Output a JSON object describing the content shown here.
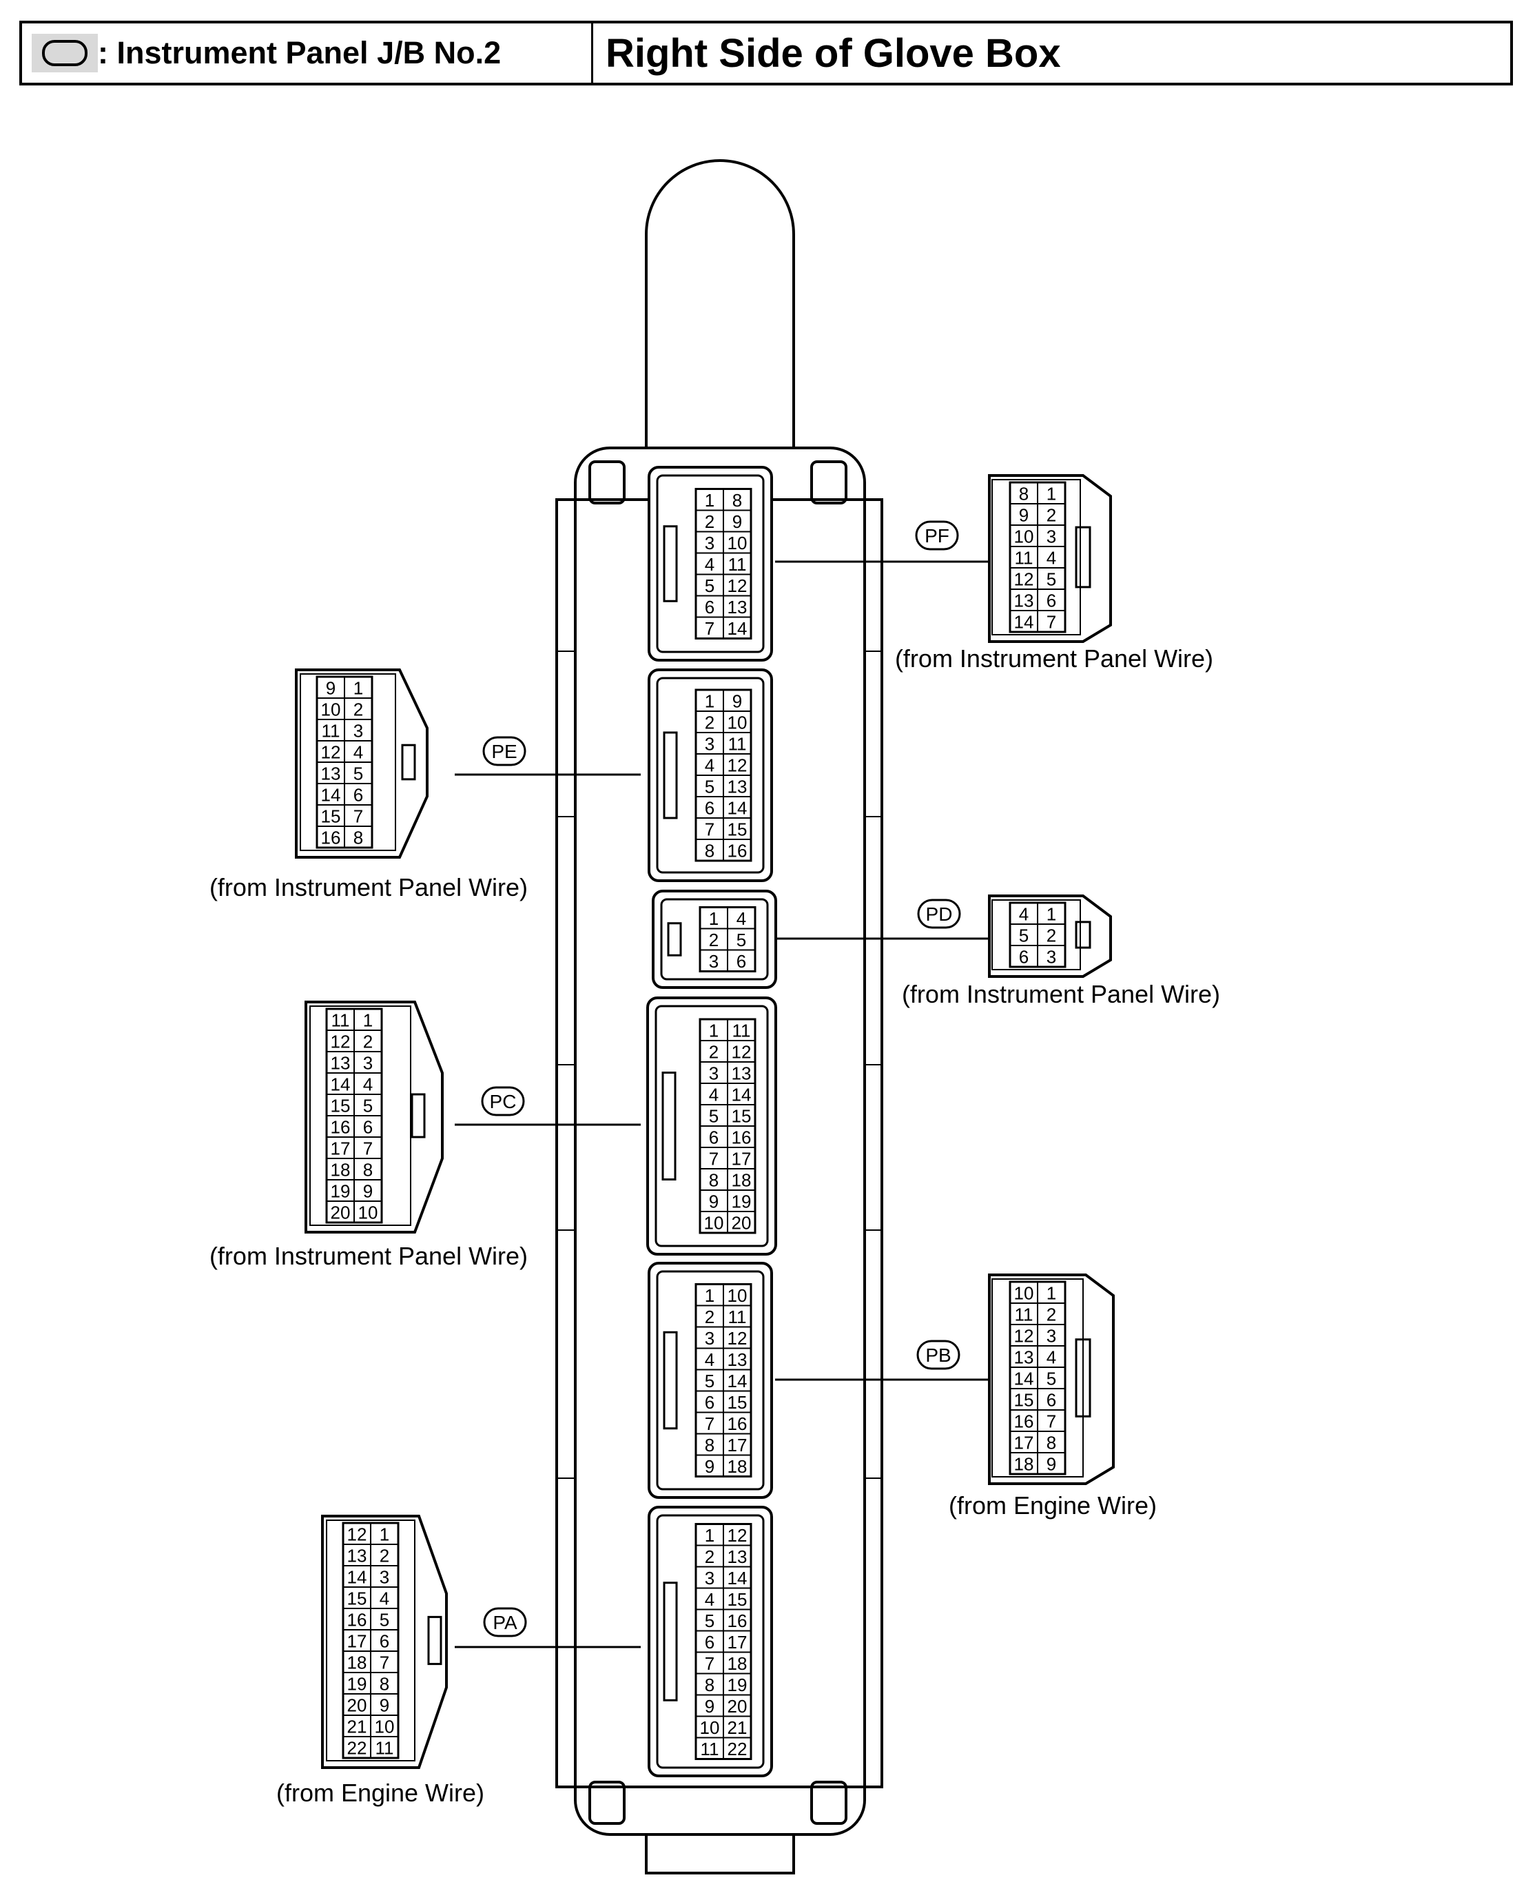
{
  "header": {
    "location": ": Instrument Panel J/B No.2",
    "title": "Right Side of Glove Box"
  },
  "connectors": [
    {
      "code": "PF",
      "source": "(from Instrument Panel Wire)",
      "mount_pins": [
        [
          1,
          8
        ],
        [
          2,
          9
        ],
        [
          3,
          10
        ],
        [
          4,
          11
        ],
        [
          5,
          12
        ],
        [
          6,
          13
        ],
        [
          7,
          14
        ]
      ],
      "plug_pins": [
        [
          8,
          1
        ],
        [
          9,
          2
        ],
        [
          10,
          3
        ],
        [
          11,
          4
        ],
        [
          12,
          5
        ],
        [
          13,
          6
        ],
        [
          14,
          7
        ]
      ]
    },
    {
      "code": "PE",
      "source": "(from Instrument Panel Wire)",
      "mount_pins": [
        [
          1,
          9
        ],
        [
          2,
          10
        ],
        [
          3,
          11
        ],
        [
          4,
          12
        ],
        [
          5,
          13
        ],
        [
          6,
          14
        ],
        [
          7,
          15
        ],
        [
          8,
          16
        ]
      ],
      "plug_pins": [
        [
          9,
          1
        ],
        [
          10,
          2
        ],
        [
          11,
          3
        ],
        [
          12,
          4
        ],
        [
          13,
          5
        ],
        [
          14,
          6
        ],
        [
          15,
          7
        ],
        [
          16,
          8
        ]
      ]
    },
    {
      "code": "PD",
      "source": "(from Instrument Panel Wire)",
      "mount_pins": [
        [
          1,
          4
        ],
        [
          2,
          5
        ],
        [
          3,
          6
        ]
      ],
      "plug_pins": [
        [
          4,
          1
        ],
        [
          5,
          2
        ],
        [
          6,
          3
        ]
      ]
    },
    {
      "code": "PC",
      "source": "(from Instrument Panel Wire)",
      "mount_pins": [
        [
          1,
          11
        ],
        [
          2,
          12
        ],
        [
          3,
          13
        ],
        [
          4,
          14
        ],
        [
          5,
          15
        ],
        [
          6,
          16
        ],
        [
          7,
          17
        ],
        [
          8,
          18
        ],
        [
          9,
          19
        ],
        [
          10,
          20
        ]
      ],
      "plug_pins": [
        [
          11,
          1
        ],
        [
          12,
          2
        ],
        [
          13,
          3
        ],
        [
          14,
          4
        ],
        [
          15,
          5
        ],
        [
          16,
          6
        ],
        [
          17,
          7
        ],
        [
          18,
          8
        ],
        [
          19,
          9
        ],
        [
          20,
          10
        ]
      ]
    },
    {
      "code": "PB",
      "source": "(from Engine Wire)",
      "mount_pins": [
        [
          1,
          10
        ],
        [
          2,
          11
        ],
        [
          3,
          12
        ],
        [
          4,
          13
        ],
        [
          5,
          14
        ],
        [
          6,
          15
        ],
        [
          7,
          16
        ],
        [
          8,
          17
        ],
        [
          9,
          18
        ]
      ],
      "plug_pins": [
        [
          10,
          1
        ],
        [
          11,
          2
        ],
        [
          12,
          3
        ],
        [
          13,
          4
        ],
        [
          14,
          5
        ],
        [
          15,
          6
        ],
        [
          16,
          7
        ],
        [
          17,
          8
        ],
        [
          18,
          9
        ]
      ]
    },
    {
      "code": "PA",
      "source": "(from Engine Wire)",
      "mount_pins": [
        [
          1,
          12
        ],
        [
          2,
          13
        ],
        [
          3,
          14
        ],
        [
          4,
          15
        ],
        [
          5,
          16
        ],
        [
          6,
          17
        ],
        [
          7,
          18
        ],
        [
          8,
          19
        ],
        [
          9,
          20
        ],
        [
          10,
          21
        ],
        [
          11,
          22
        ]
      ],
      "plug_pins": [
        [
          12,
          1
        ],
        [
          13,
          2
        ],
        [
          14,
          3
        ],
        [
          15,
          4
        ],
        [
          16,
          5
        ],
        [
          17,
          6
        ],
        [
          18,
          7
        ],
        [
          19,
          8
        ],
        [
          20,
          9
        ],
        [
          21,
          10
        ],
        [
          22,
          11
        ]
      ]
    }
  ]
}
